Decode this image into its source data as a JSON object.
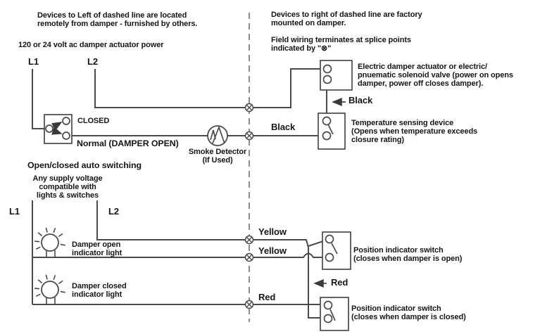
{
  "theme": {
    "ink": "#161616",
    "wire": "#4a4a4a",
    "dash": "#8c8c8c",
    "bg": "#ffffff"
  },
  "notes": {
    "left_header": "Devices to Left of dashed line are located\nremotely from damper - furnished by others.",
    "power": "120 or 24 volt ac damper actuator power",
    "right_header": "Devices to right of dashed line are factory\nmounted on damper.",
    "field_wiring": "Field wiring terminates at splice points\nindicated by \"⊗\"",
    "actuator": "Electric damper actuator or electric/\npnuematic solenoid valve (power on opens\ndamper, power off closes damper).",
    "temp_sensor": "Temperature sensing device\n(Opens when temperature exceeds\nclosure rating)",
    "auto_switching": "Open/closed auto switching",
    "supply": "Any supply voltage\ncompatible with\nlights & switches",
    "smoke_detector": "Smoke Detector\n(If Used)",
    "open_light": "Damper open\nindicator light",
    "closed_light": "Damper closed\nindicator light",
    "pos_switch_open": "Position indicator switch\n(closes when damper is open)",
    "pos_switch_closed": "Position indicator switch\n(closes when damper is closed)"
  },
  "terminals": {
    "l1_top": "L1",
    "l2_top": "L2",
    "l1_bottom": "L1",
    "l2_bottom": "L2"
  },
  "switch_labels": {
    "closed": "CLOSED",
    "normal": "Normal (DAMPER OPEN)"
  },
  "wire_labels": {
    "black_sensor": "Black",
    "black_actuator": "Black",
    "yellow_top": "Yellow",
    "yellow_bottom": "Yellow",
    "red_splice": "Red",
    "red_riser": "Red"
  }
}
